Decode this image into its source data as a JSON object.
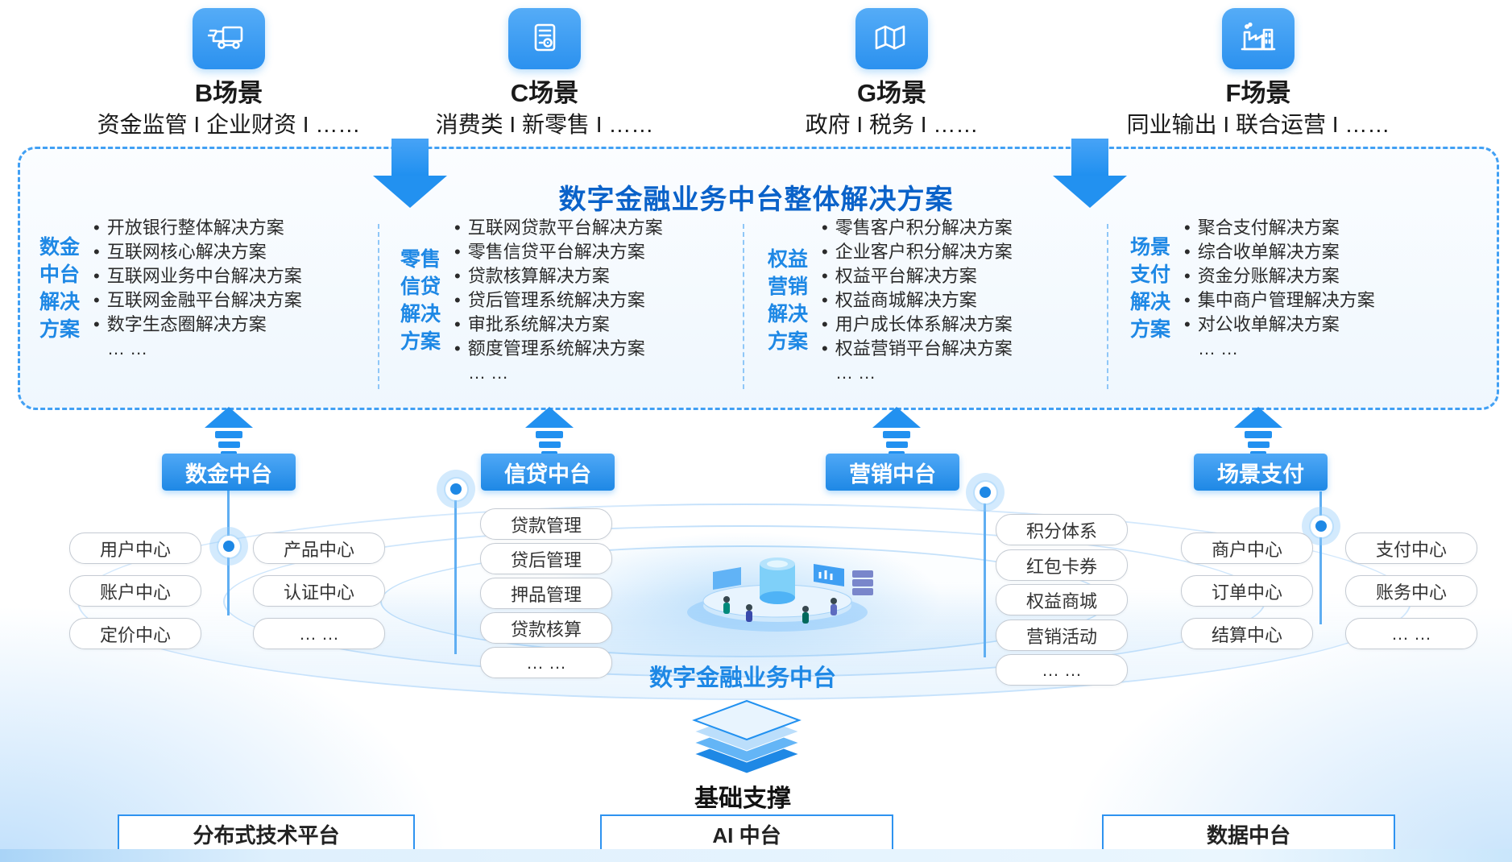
{
  "colors": {
    "primary_blue": "#2291F0",
    "deep_blue": "#0A62C9",
    "label_blue": "#1E88E5"
  },
  "scenarios": [
    {
      "title": "B场景",
      "subtitle": "资金监管 I 企业财资 I ……",
      "icon": "truck-icon"
    },
    {
      "title": "C场景",
      "subtitle": "消费类 I 新零售 I ……",
      "icon": "receipt-icon"
    },
    {
      "title": "G场景",
      "subtitle": "政府 I 税务 I ……",
      "icon": "map-icon"
    },
    {
      "title": "F场景",
      "subtitle": "同业输出 I 联合运营 I ……",
      "icon": "factory-icon"
    }
  ],
  "solution_box": {
    "title": "数字金融业务中台整体解决方案",
    "columns": [
      {
        "label_lines": [
          "数金",
          "中台",
          "解决",
          "方案"
        ],
        "items": [
          "开放银行整体解决方案",
          "互联网核心解决方案",
          "互联网业务中台解决方案",
          "互联网金融平台解决方案",
          "数字生态圈解决方案"
        ],
        "more": "… …"
      },
      {
        "label_lines": [
          "零售",
          "信贷",
          "解决",
          "方案"
        ],
        "items": [
          "互联网贷款平台解决方案",
          "零售信贷平台解决方案",
          "贷款核算解决方案",
          "贷后管理系统解决方案",
          "审批系统解决方案",
          "额度管理系统解决方案"
        ],
        "more": "… …"
      },
      {
        "label_lines": [
          "权益",
          "营销",
          "解决",
          "方案"
        ],
        "items": [
          "零售客户积分解决方案",
          "企业客户积分解决方案",
          "权益平台解决方案",
          "权益商城解决方案",
          "用户成长体系解决方案",
          "权益营销平台解决方案"
        ],
        "more": "… …"
      },
      {
        "label_lines": [
          "场景",
          "支付",
          "解决",
          "方案"
        ],
        "items": [
          "聚合支付解决方案",
          "综合收单解决方案",
          "资金分账解决方案",
          "集中商户管理解决方案",
          "对公收单解决方案"
        ],
        "more": "… …"
      }
    ]
  },
  "platforms": [
    {
      "name": "数金中台",
      "pills_left": [
        "用户中心",
        "账户中心",
        "定价中心"
      ],
      "pills_right": [
        "产品中心",
        "认证中心",
        "… …"
      ]
    },
    {
      "name": "信贷中台",
      "pills": [
        "贷款管理",
        "贷后管理",
        "押品管理",
        "贷款核算",
        "… …"
      ]
    },
    {
      "name": "营销中台",
      "pills": [
        "积分体系",
        "红包卡券",
        "权益商城",
        "营销活动",
        "… …"
      ]
    },
    {
      "name": "场景支付",
      "pills_left": [
        "商户中心",
        "订单中心",
        "结算中心"
      ],
      "pills_right": [
        "支付中心",
        "账务中心",
        "… …"
      ]
    }
  ],
  "center": {
    "label": "数字金融业务中台",
    "illustration": "platform-illustration"
  },
  "foundation": {
    "label": "基础支撑",
    "icon": "layers-icon",
    "boxes": [
      "分布式技术平台",
      "AI 中台",
      "数据中台"
    ]
  }
}
